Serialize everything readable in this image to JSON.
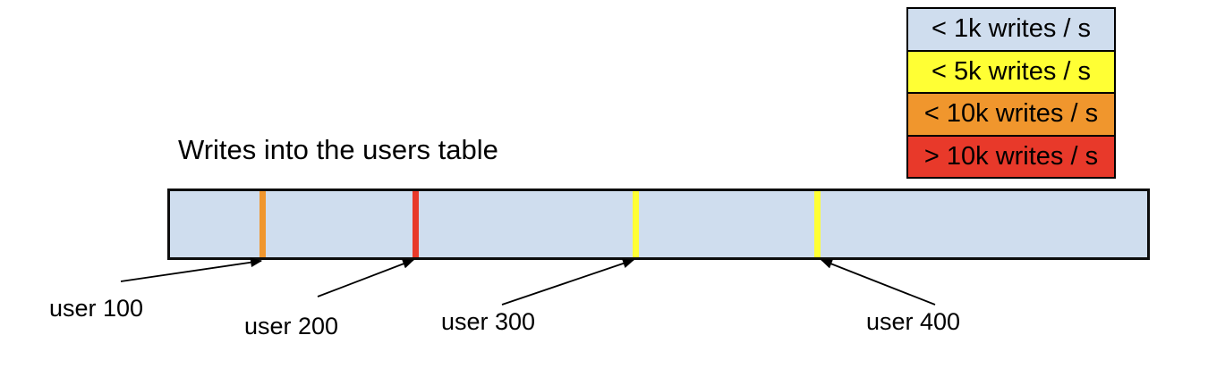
{
  "title": "Writes into the users table",
  "legend": {
    "items": [
      {
        "label": "< 1k writes / s",
        "color": "#cfddee"
      },
      {
        "label": "< 5k writes / s",
        "color": "#ffff34"
      },
      {
        "label": "< 10k writes / s",
        "color": "#f0962d"
      },
      {
        "label": "> 10k writes / s",
        "color": "#e8392a"
      }
    ]
  },
  "bar": {
    "fill": "#cfddee",
    "border_color": "#000000"
  },
  "users": [
    {
      "label": "user 100",
      "write_rate_bucket": "< 10k writes / s",
      "color": "#f0962d"
    },
    {
      "label": "user 200",
      "write_rate_bucket": "> 10k writes / s",
      "color": "#e8392a"
    },
    {
      "label": "user 300",
      "write_rate_bucket": "< 5k writes / s",
      "color": "#ffff34"
    },
    {
      "label": "user 400",
      "write_rate_bucket": "< 5k writes / s",
      "color": "#ffff34"
    }
  ]
}
